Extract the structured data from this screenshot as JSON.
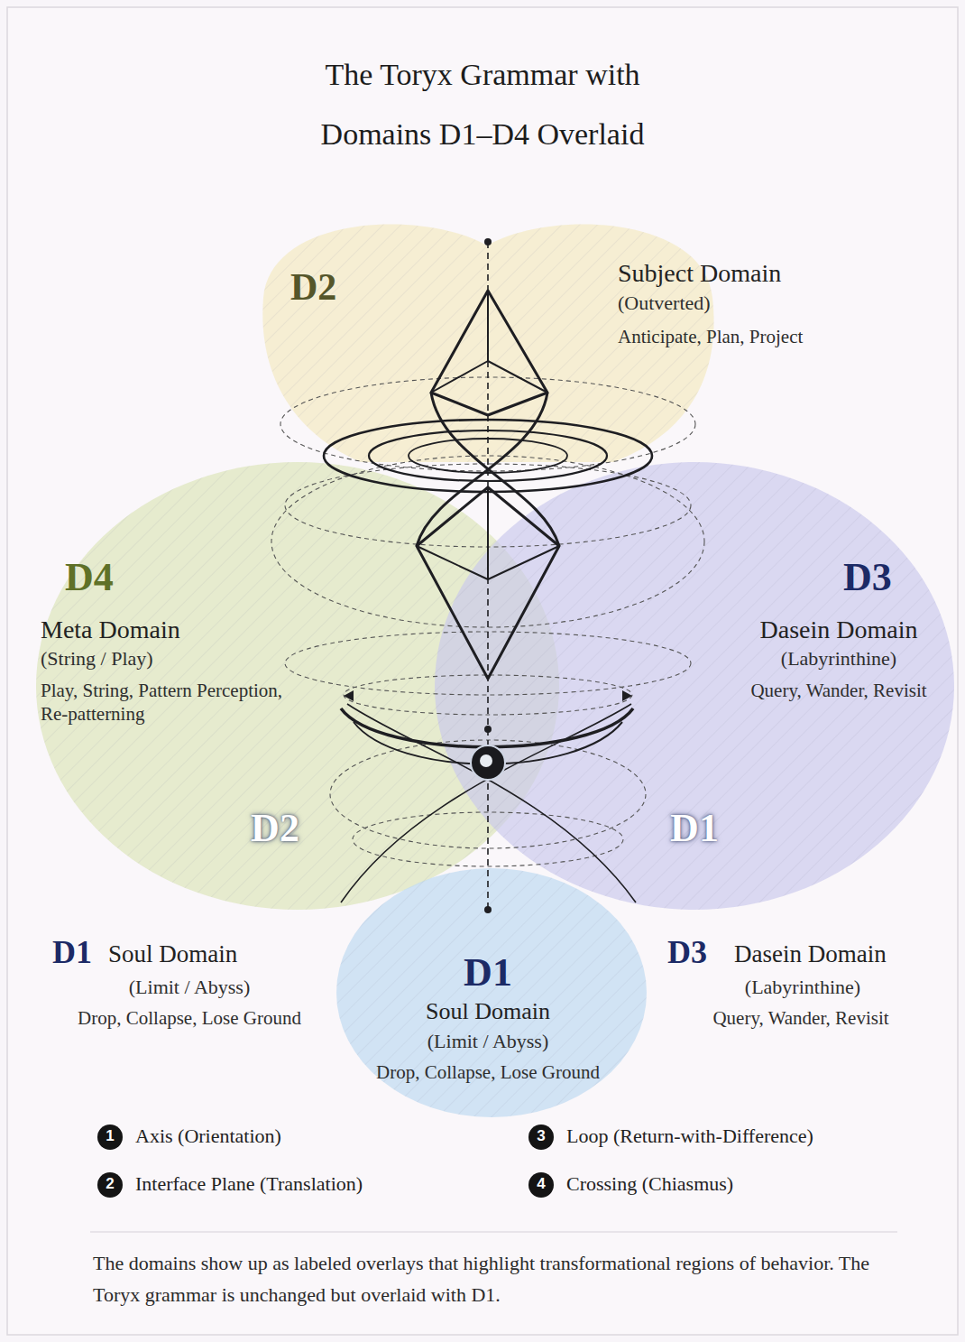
{
  "diagram": {
    "title": "The Toryx Grammar with Domains D1–D4 Overlaid",
    "caption": "The domains show up as labeled overlays that highlight transformational regions of behavior. The Toryx grammar is unchanged but overlaid with D1.",
    "nodes": [
      {
        "text": [
          "D2",
          "Subject Domain",
          "(Outverted)",
          "Anticipate, Plan, Project"
        ]
      },
      {
        "text": [
          "D4",
          "Meta Domain",
          "(String / Play)",
          "Play, String, Pattern Perception, Re-patterning"
        ]
      },
      {
        "text": [
          "D3",
          "Dasein Domain",
          "(Labyrinthine)",
          "Query, Wander, Revisit"
        ]
      },
      {
        "text": [
          "D1",
          "Soul Domain",
          "(Limit / Abyss)",
          "Drop, Collapse, Lose Ground"
        ]
      }
    ],
    "labels": [
      "D2",
      "D1",
      "D1",
      "Soul Domain",
      "(Limit / Abyss)",
      "Drop, Collapse, Lose Ground",
      "D3",
      "Dasein Domain",
      "(Labyrinthine)",
      "Query, Wander, Revisit",
      "1",
      "2",
      "3",
      "4"
    ],
    "legend": [
      {
        "text": "Axis (Orientation)"
      },
      {
        "text": "Interface Plane (Translation)"
      },
      {
        "text": "Loop (Return-with-Difference)"
      },
      {
        "text": "Crossing (Chiasmus)"
      }
    ]
  }
}
